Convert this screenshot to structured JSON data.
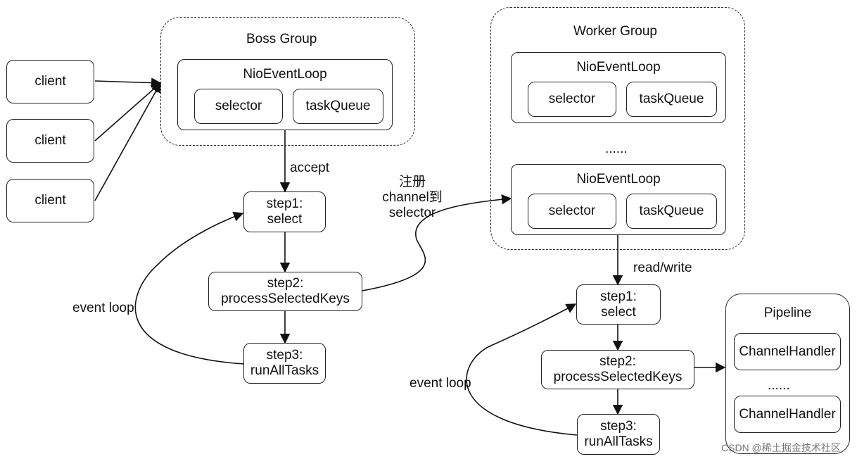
{
  "clients": [
    "client",
    "client",
    "client"
  ],
  "boss_group": {
    "title": "Boss Group",
    "event_loop": {
      "title": "NioEventLoop",
      "selector": "selector",
      "task_queue": "taskQueue"
    }
  },
  "worker_group": {
    "title": "Worker Group",
    "event_loop_top": {
      "title": "NioEventLoop",
      "selector": "selector",
      "task_queue": "taskQueue"
    },
    "ellipsis": "......",
    "event_loop_bottom": {
      "title": "NioEventLoop",
      "selector": "selector",
      "task_queue": "taskQueue"
    }
  },
  "boss_steps": {
    "step1": [
      "step1:",
      "select"
    ],
    "step2": [
      "step2:",
      "processSelectedKeys"
    ],
    "step3": [
      "step3:",
      "runAllTasks"
    ]
  },
  "worker_steps": {
    "step1": [
      "step1:",
      "select"
    ],
    "step2": [
      "step2:",
      "processSelectedKeys"
    ],
    "step3": [
      "step3:",
      "runAllTasks"
    ]
  },
  "edge_labels": {
    "accept": "accept",
    "register": [
      "注册",
      "channel到",
      "selector"
    ],
    "read_write": "read/write",
    "boss_event_loop": "event loop",
    "worker_event_loop": "event loop"
  },
  "pipeline": {
    "title": "Pipeline",
    "handlers": [
      "ChannelHandler",
      "ChannelHandler"
    ],
    "ellipsis": "......"
  },
  "watermark": "CSDN @稀土掘金技术社区"
}
